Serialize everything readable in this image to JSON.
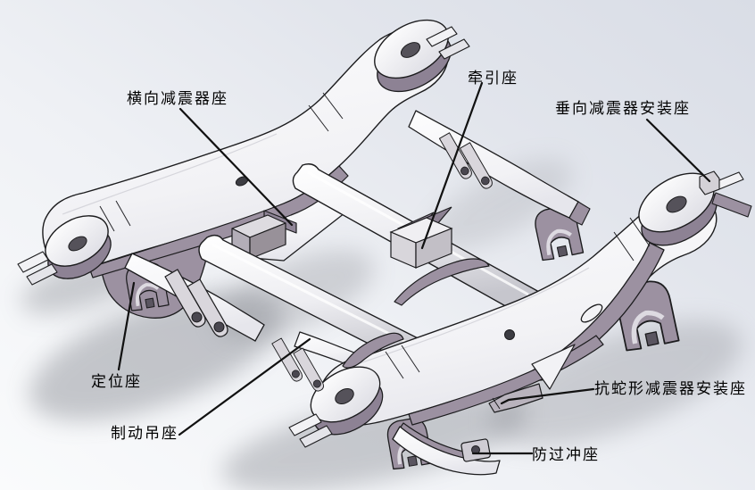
{
  "callouts": {
    "lateral_damper_seat": {
      "label": "横向减震器座"
    },
    "traction_seat": {
      "label": "牵引座"
    },
    "vertical_damper_mount": {
      "label": "垂向减震器安装座"
    },
    "positioning_seat": {
      "label": "定位座"
    },
    "brake_hanger_seat": {
      "label": "制动吊座"
    },
    "anti_hunting_damper_mount": {
      "label": "抗蛇形减震器安装座"
    },
    "anti_overshoot_seat": {
      "label": "防过冲座"
    }
  },
  "colors": {
    "background_top": "#d9dde6",
    "background_bottom": "#fafbfc",
    "model_top_surface": "#fbfbfd",
    "model_side_surface": "#9c91a1",
    "model_dark_side": "#877c8d",
    "bracket_gray": "#c9c6cc",
    "model_outline": "#1c1c1e",
    "leader_line": "#111111",
    "label_text": "#000000",
    "shadow": "#7f828a"
  }
}
